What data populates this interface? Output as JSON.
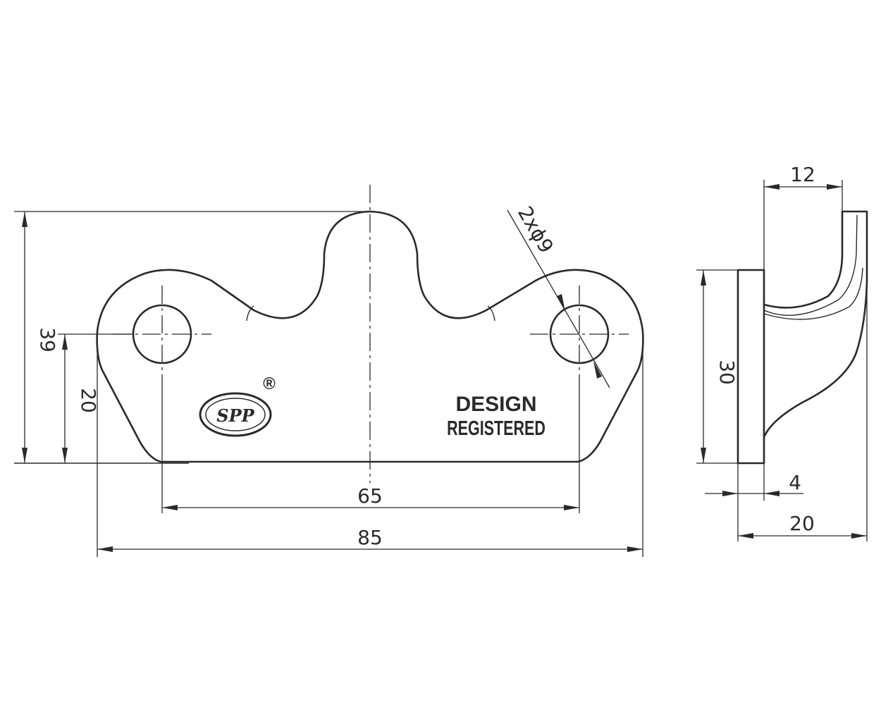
{
  "front_view": {
    "dimensions": {
      "total_height": "39",
      "hole_height": "20",
      "hole_spacing": "65",
      "total_width": "85",
      "hole_callout": "2xϕ9"
    },
    "marking": {
      "line1": "DESIGN",
      "line2": "REGISTERED",
      "registered_mark": "®"
    },
    "logo": {
      "text": "SPP"
    }
  },
  "side_view": {
    "dimensions": {
      "top_width": "12",
      "height": "30",
      "base_thickness": "4",
      "total_depth": "20"
    }
  },
  "colors": {
    "line": "#2a2a2a",
    "background": "#ffffff"
  }
}
